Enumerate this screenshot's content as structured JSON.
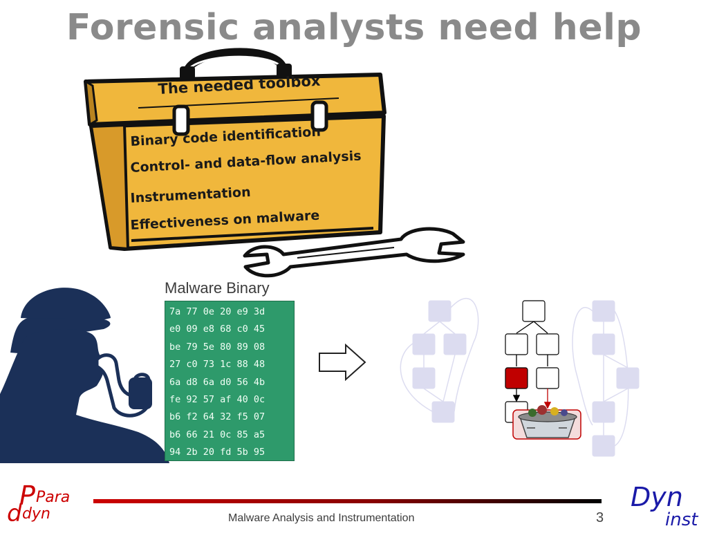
{
  "slide": {
    "title": "Forensic analysts need help",
    "page_number": "3",
    "footer": "Malware Analysis and Instrumentation"
  },
  "toolbox": {
    "header": "The needed toolbox",
    "items": [
      "Binary code identification",
      "Control- and data-flow analysis",
      "Instrumentation",
      "Effectiveness on malware"
    ]
  },
  "binary": {
    "label": "Malware Binary",
    "rows": [
      "7a 77 0e 20 e9 3d",
      "e0 09 e8 68 c0 45",
      "be 79 5e 80 89 08",
      "27 c0 73 1c 88 48",
      "6a d8 6a d0 56 4b",
      "fe 92 57 af 40 0c",
      "b6 f2 64 32 f5 07",
      "b6 66 21 0c 85 a5",
      "94 2b 20 fd 5b 95"
    ]
  },
  "logos": {
    "left_top": "Para",
    "left_bottom": "dyn",
    "right_top": "Dyn",
    "right_bottom": "inst"
  },
  "colors": {
    "title": "#8a8a8a",
    "toolbox": "#f0b73c",
    "hex_bg": "#2e9a6b",
    "cfg_faded": "#dcdcf0",
    "cfg_highlight": "#c00000",
    "detective": "#1b3058",
    "footer_line": "#cc0000"
  }
}
